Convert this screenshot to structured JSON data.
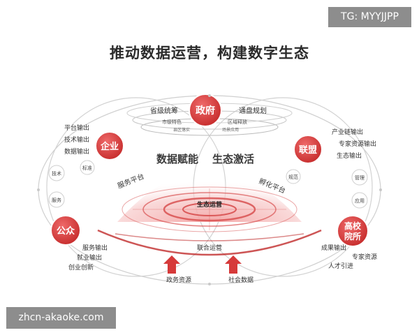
{
  "watermark_top": "TG: MYYJJPP",
  "watermark_bottom": "zhcn-akaoke.com",
  "title": "推动数据运营，构建数字生态",
  "nodes": {
    "gov": "政府",
    "enterprise": "企业",
    "alliance": "联盟",
    "public": "公众",
    "university_line1": "高校",
    "university_line2": "院所"
  },
  "center": {
    "empower": "数据赋能",
    "activate": "生态激活",
    "core": "生态运营",
    "joint": "联合运营"
  },
  "platforms": {
    "service": "服务平台",
    "incubation": "孵化平台"
  },
  "gov_labels": {
    "provincial": "省级统筹",
    "overall": "通盘规划",
    "city": "市级特色",
    "district": "区域释放",
    "county": "县区落实",
    "scene": "场景应用"
  },
  "enterprise_labels": [
    "平台输出",
    "技术输出",
    "数据输出"
  ],
  "enterprise_small": "标准",
  "left_tags": [
    "技术",
    "服务"
  ],
  "public_labels": [
    "服务输出",
    "就业输出",
    "创业创新"
  ],
  "alliance_labels": [
    "产业链输出",
    "专家资源输出",
    "生态输出"
  ],
  "alliance_small": "规范",
  "right_tags": [
    "管理",
    "应用"
  ],
  "university_labels": [
    "成果输出",
    "专家资源",
    "人才引进"
  ],
  "bottom": {
    "gov_resources": "政务资源",
    "social_data": "社会数据"
  },
  "colors": {
    "primary_red": "#d63a3a",
    "dark_red": "#b52626",
    "ring_gray": "#c9c9c9",
    "text_dark": "#2b2b2b"
  }
}
